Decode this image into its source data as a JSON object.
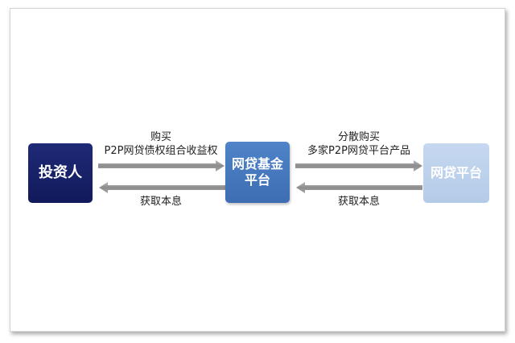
{
  "nodes": {
    "investor": "投资人",
    "fund": [
      "网贷基金",
      "平台"
    ],
    "platform": "网贷平台"
  },
  "edges": {
    "investor_to_fund": [
      "购买",
      "P2P网贷债权组合收益权"
    ],
    "fund_to_investor": "获取本息",
    "fund_to_platform": [
      "分散购买",
      "多家P2P网贷平台产品"
    ],
    "platform_to_fund": "获取本息"
  },
  "colors": {
    "investor_box": "#1a2468",
    "fund_box": "#4677be",
    "platform_box": "#bcd1ec",
    "arrow": "#9a9a9a"
  }
}
